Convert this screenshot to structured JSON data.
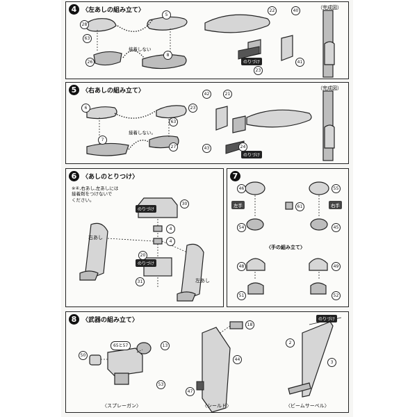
{
  "steps": {
    "s4": {
      "num": "4",
      "title": "〈左あしの組み立て〉",
      "note": "接着しない",
      "done": "（完成図）",
      "glue": "のりづけ",
      "parts": [
        "28",
        "5",
        "63",
        "8",
        "26",
        "22",
        "40",
        "23",
        "41"
      ]
    },
    "s5": {
      "num": "5",
      "title": "〈右あしの組み立て〉",
      "note": "接着しない。",
      "done": "（完成図）",
      "glue": "のりづけ",
      "parts": [
        "6",
        "23",
        "63",
        "7",
        "27",
        "42",
        "21",
        "43",
        "24"
      ]
    },
    "s6": {
      "num": "6",
      "title": "〈あしのとりつけ〉",
      "note": "※④,右あし,左あしには\n接着剤をつけないで\nください。",
      "right_leg": "右あし",
      "left_leg": "左あし",
      "glue": "のりづけ",
      "parts": [
        "30",
        "4",
        "4",
        "20",
        "31"
      ]
    },
    "s7": {
      "num": "7",
      "left_hand": "左手",
      "right_hand": "右手",
      "subtitle": "〈手の組み立て〉",
      "parts": [
        "46",
        "55",
        "61",
        "54",
        "45",
        "48",
        "49",
        "51",
        "52"
      ]
    },
    "s8": {
      "num": "8",
      "title": "〈武器の組み立て〉",
      "glue": "のりづけ",
      "parts": [
        "65と57",
        "18",
        "50",
        "2",
        "13",
        "3",
        "44",
        "53",
        "47"
      ],
      "captions": [
        "〈スプレーガン〉",
        "〈シールド〉",
        "〈ビームサーベル〉"
      ]
    }
  }
}
